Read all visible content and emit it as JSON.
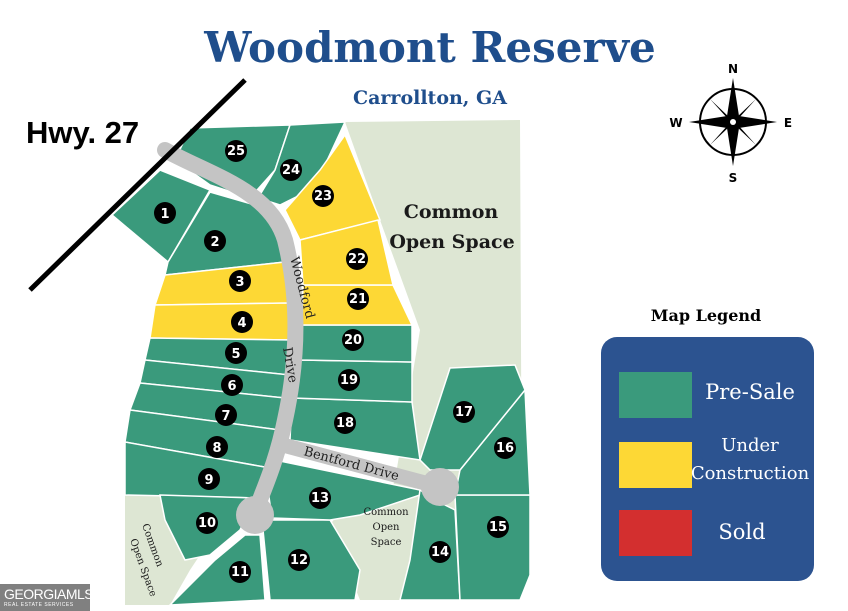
{
  "header": {
    "title": "Woodmont Reserve",
    "subtitle": "Carrollton, GA"
  },
  "highway_label": "Hwy. 27",
  "compass": {
    "north": "N",
    "south": "S",
    "east": "E",
    "west": "W"
  },
  "streets": {
    "woodford": "Woodford Drive",
    "woodford_line1": "Woodford",
    "woodford_line2": "Drive",
    "bentford": "Bentford Drive"
  },
  "open_space": {
    "main_line1": "Common",
    "main_line2": "Open Space",
    "center_line1": "Common",
    "center_line2": "Open",
    "center_line3": "Space",
    "left_line1": "Common",
    "left_line2": "Open Space"
  },
  "legend": {
    "title": "Map Legend",
    "items": [
      {
        "label": "Pre-Sale",
        "color": "#3a9a7c"
      },
      {
        "label_line1": "Under",
        "label_line2": "Construction",
        "color": "#fdd835"
      },
      {
        "label": "Sold",
        "color": "#d32f2f"
      }
    ],
    "panel_color": "#2c5390"
  },
  "colors": {
    "pre_sale": "#3a9a7c",
    "under_construction": "#fdd835",
    "open_space": "#dde6d3",
    "road": "#c4c4c4",
    "title": "#1f4e8c"
  },
  "lots": [
    {
      "number": "1",
      "status": "pre_sale"
    },
    {
      "number": "2",
      "status": "pre_sale"
    },
    {
      "number": "3",
      "status": "under_construction"
    },
    {
      "number": "4",
      "status": "under_construction"
    },
    {
      "number": "5",
      "status": "pre_sale"
    },
    {
      "number": "6",
      "status": "pre_sale"
    },
    {
      "number": "7",
      "status": "pre_sale"
    },
    {
      "number": "8",
      "status": "pre_sale"
    },
    {
      "number": "9",
      "status": "pre_sale"
    },
    {
      "number": "10",
      "status": "pre_sale"
    },
    {
      "number": "11",
      "status": "pre_sale"
    },
    {
      "number": "12",
      "status": "pre_sale"
    },
    {
      "number": "13",
      "status": "pre_sale"
    },
    {
      "number": "14",
      "status": "pre_sale"
    },
    {
      "number": "15",
      "status": "pre_sale"
    },
    {
      "number": "16",
      "status": "pre_sale"
    },
    {
      "number": "17",
      "status": "pre_sale"
    },
    {
      "number": "18",
      "status": "pre_sale"
    },
    {
      "number": "19",
      "status": "pre_sale"
    },
    {
      "number": "20",
      "status": "pre_sale"
    },
    {
      "number": "21",
      "status": "under_construction"
    },
    {
      "number": "22",
      "status": "under_construction"
    },
    {
      "number": "23",
      "status": "under_construction"
    },
    {
      "number": "24",
      "status": "pre_sale"
    },
    {
      "number": "25",
      "status": "pre_sale"
    }
  ],
  "watermark": {
    "main": "GEORGIAMLS",
    "sub": "REAL ESTATE SERVICES"
  }
}
